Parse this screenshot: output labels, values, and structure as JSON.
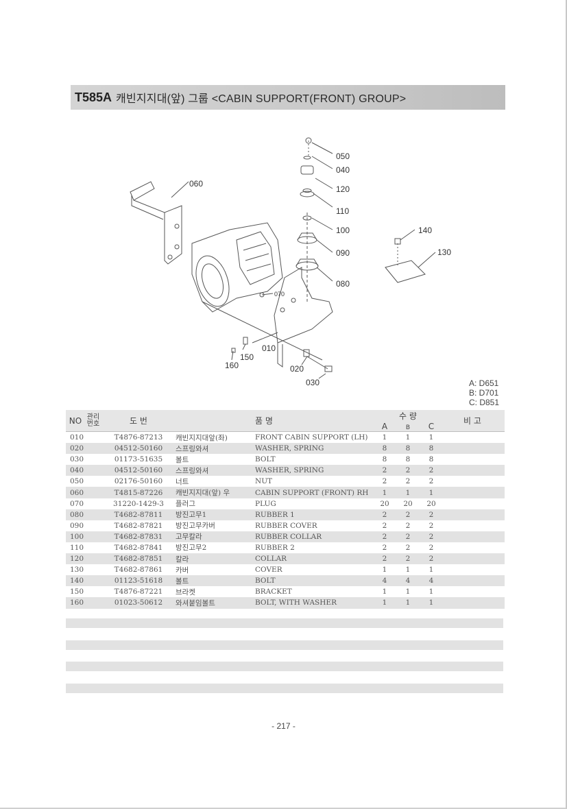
{
  "header": {
    "code": "T585A",
    "title": "캐빈지지대(앞) 그룹 <CABIN SUPPORT(FRONT) GROUP>"
  },
  "diagram": {
    "callouts": [
      "050",
      "040",
      "120",
      "110",
      "100",
      "090",
      "080",
      "060",
      "070",
      "010",
      "150",
      "160",
      "020",
      "030",
      "140",
      "130"
    ]
  },
  "variants": [
    "A: D651",
    "B: D701",
    "C: D851"
  ],
  "table": {
    "headers": {
      "no": "NO",
      "mgmt": "관리번호",
      "part_no": "도 번",
      "name": "품 명",
      "qty": "수 량",
      "qa": "A",
      "qb": "B",
      "qc": "C",
      "remarks": "비 고"
    },
    "rows": [
      {
        "no": "010",
        "part": "T4876-87213",
        "kor": "캐빈지지대앞(좌)",
        "eng": "FRONT CABIN SUPPORT (LH)",
        "a": "1",
        "b": "1",
        "c": "1"
      },
      {
        "no": "020",
        "part": "04512-50160",
        "kor": "스프링와셔",
        "eng": "WASHER, SPRING",
        "a": "8",
        "b": "8",
        "c": "8"
      },
      {
        "no": "030",
        "part": "01173-51635",
        "kor": "볼트",
        "eng": "BOLT",
        "a": "8",
        "b": "8",
        "c": "8"
      },
      {
        "no": "040",
        "part": "04512-50160",
        "kor": "스프링와셔",
        "eng": "WASHER, SPRING",
        "a": "2",
        "b": "2",
        "c": "2"
      },
      {
        "no": "050",
        "part": "02176-50160",
        "kor": "너트",
        "eng": "NUT",
        "a": "2",
        "b": "2",
        "c": "2"
      },
      {
        "no": "060",
        "part": "T4815-87226",
        "kor": "캐빈지지대(앞) 우",
        "eng": "CABIN SUPPORT (FRONT) RH",
        "a": "1",
        "b": "1",
        "c": "1"
      },
      {
        "no": "070",
        "part": "31220-1429-3",
        "kor": "플러그",
        "eng": "PLUG",
        "a": "20",
        "b": "20",
        "c": "20"
      },
      {
        "no": "080",
        "part": "T4682-87811",
        "kor": "방진고무1",
        "eng": "RUBBER 1",
        "a": "2",
        "b": "2",
        "c": "2"
      },
      {
        "no": "090",
        "part": "T4682-87821",
        "kor": "방진고무카버",
        "eng": "RUBBER COVER",
        "a": "2",
        "b": "2",
        "c": "2"
      },
      {
        "no": "100",
        "part": "T4682-87831",
        "kor": "고무칼라",
        "eng": "RUBBER COLLAR",
        "a": "2",
        "b": "2",
        "c": "2"
      },
      {
        "no": "110",
        "part": "T4682-87841",
        "kor": "방진고무2",
        "eng": "RUBBER 2",
        "a": "2",
        "b": "2",
        "c": "2"
      },
      {
        "no": "120",
        "part": "T4682-87851",
        "kor": "칼라",
        "eng": "COLLAR",
        "a": "2",
        "b": "2",
        "c": "2"
      },
      {
        "no": "130",
        "part": "T4682-87861",
        "kor": "카버",
        "eng": "COVER",
        "a": "1",
        "b": "1",
        "c": "1"
      },
      {
        "no": "140",
        "part": "01123-51618",
        "kor": "볼트",
        "eng": "BOLT",
        "a": "4",
        "b": "4",
        "c": "4"
      },
      {
        "no": "150",
        "part": "T4876-87221",
        "kor": "브라켓",
        "eng": "BRACKET",
        "a": "1",
        "b": "1",
        "c": "1"
      },
      {
        "no": "160",
        "part": "01023-50612",
        "kor": "와셔붙임볼트",
        "eng": "BOLT, WITH WASHER",
        "a": "1",
        "b": "1",
        "c": "1"
      }
    ]
  },
  "footer": {
    "page_number": "- 217 -"
  }
}
